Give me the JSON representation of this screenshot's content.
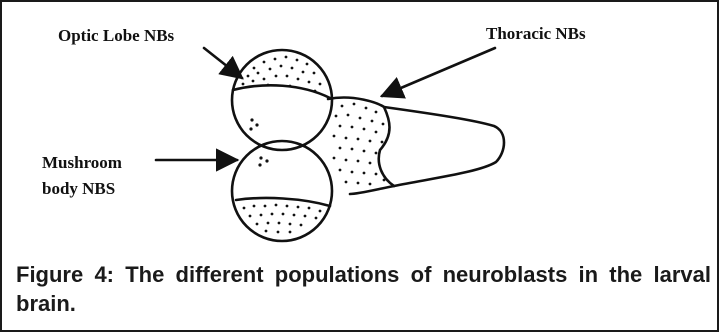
{
  "diagram": {
    "labels": {
      "optic_lobe": "Optic Lobe NBs",
      "thoracic": "Thoracic NBs",
      "mushroom_line1": "Mushroom",
      "mushroom_line2": "body NBS"
    }
  },
  "caption": {
    "text": "Figure 4: The different populations of neuroblasts in the larval brain."
  },
  "colors": {
    "ink": "#111111",
    "border": "#1a1a1a",
    "background": "#ffffff"
  }
}
